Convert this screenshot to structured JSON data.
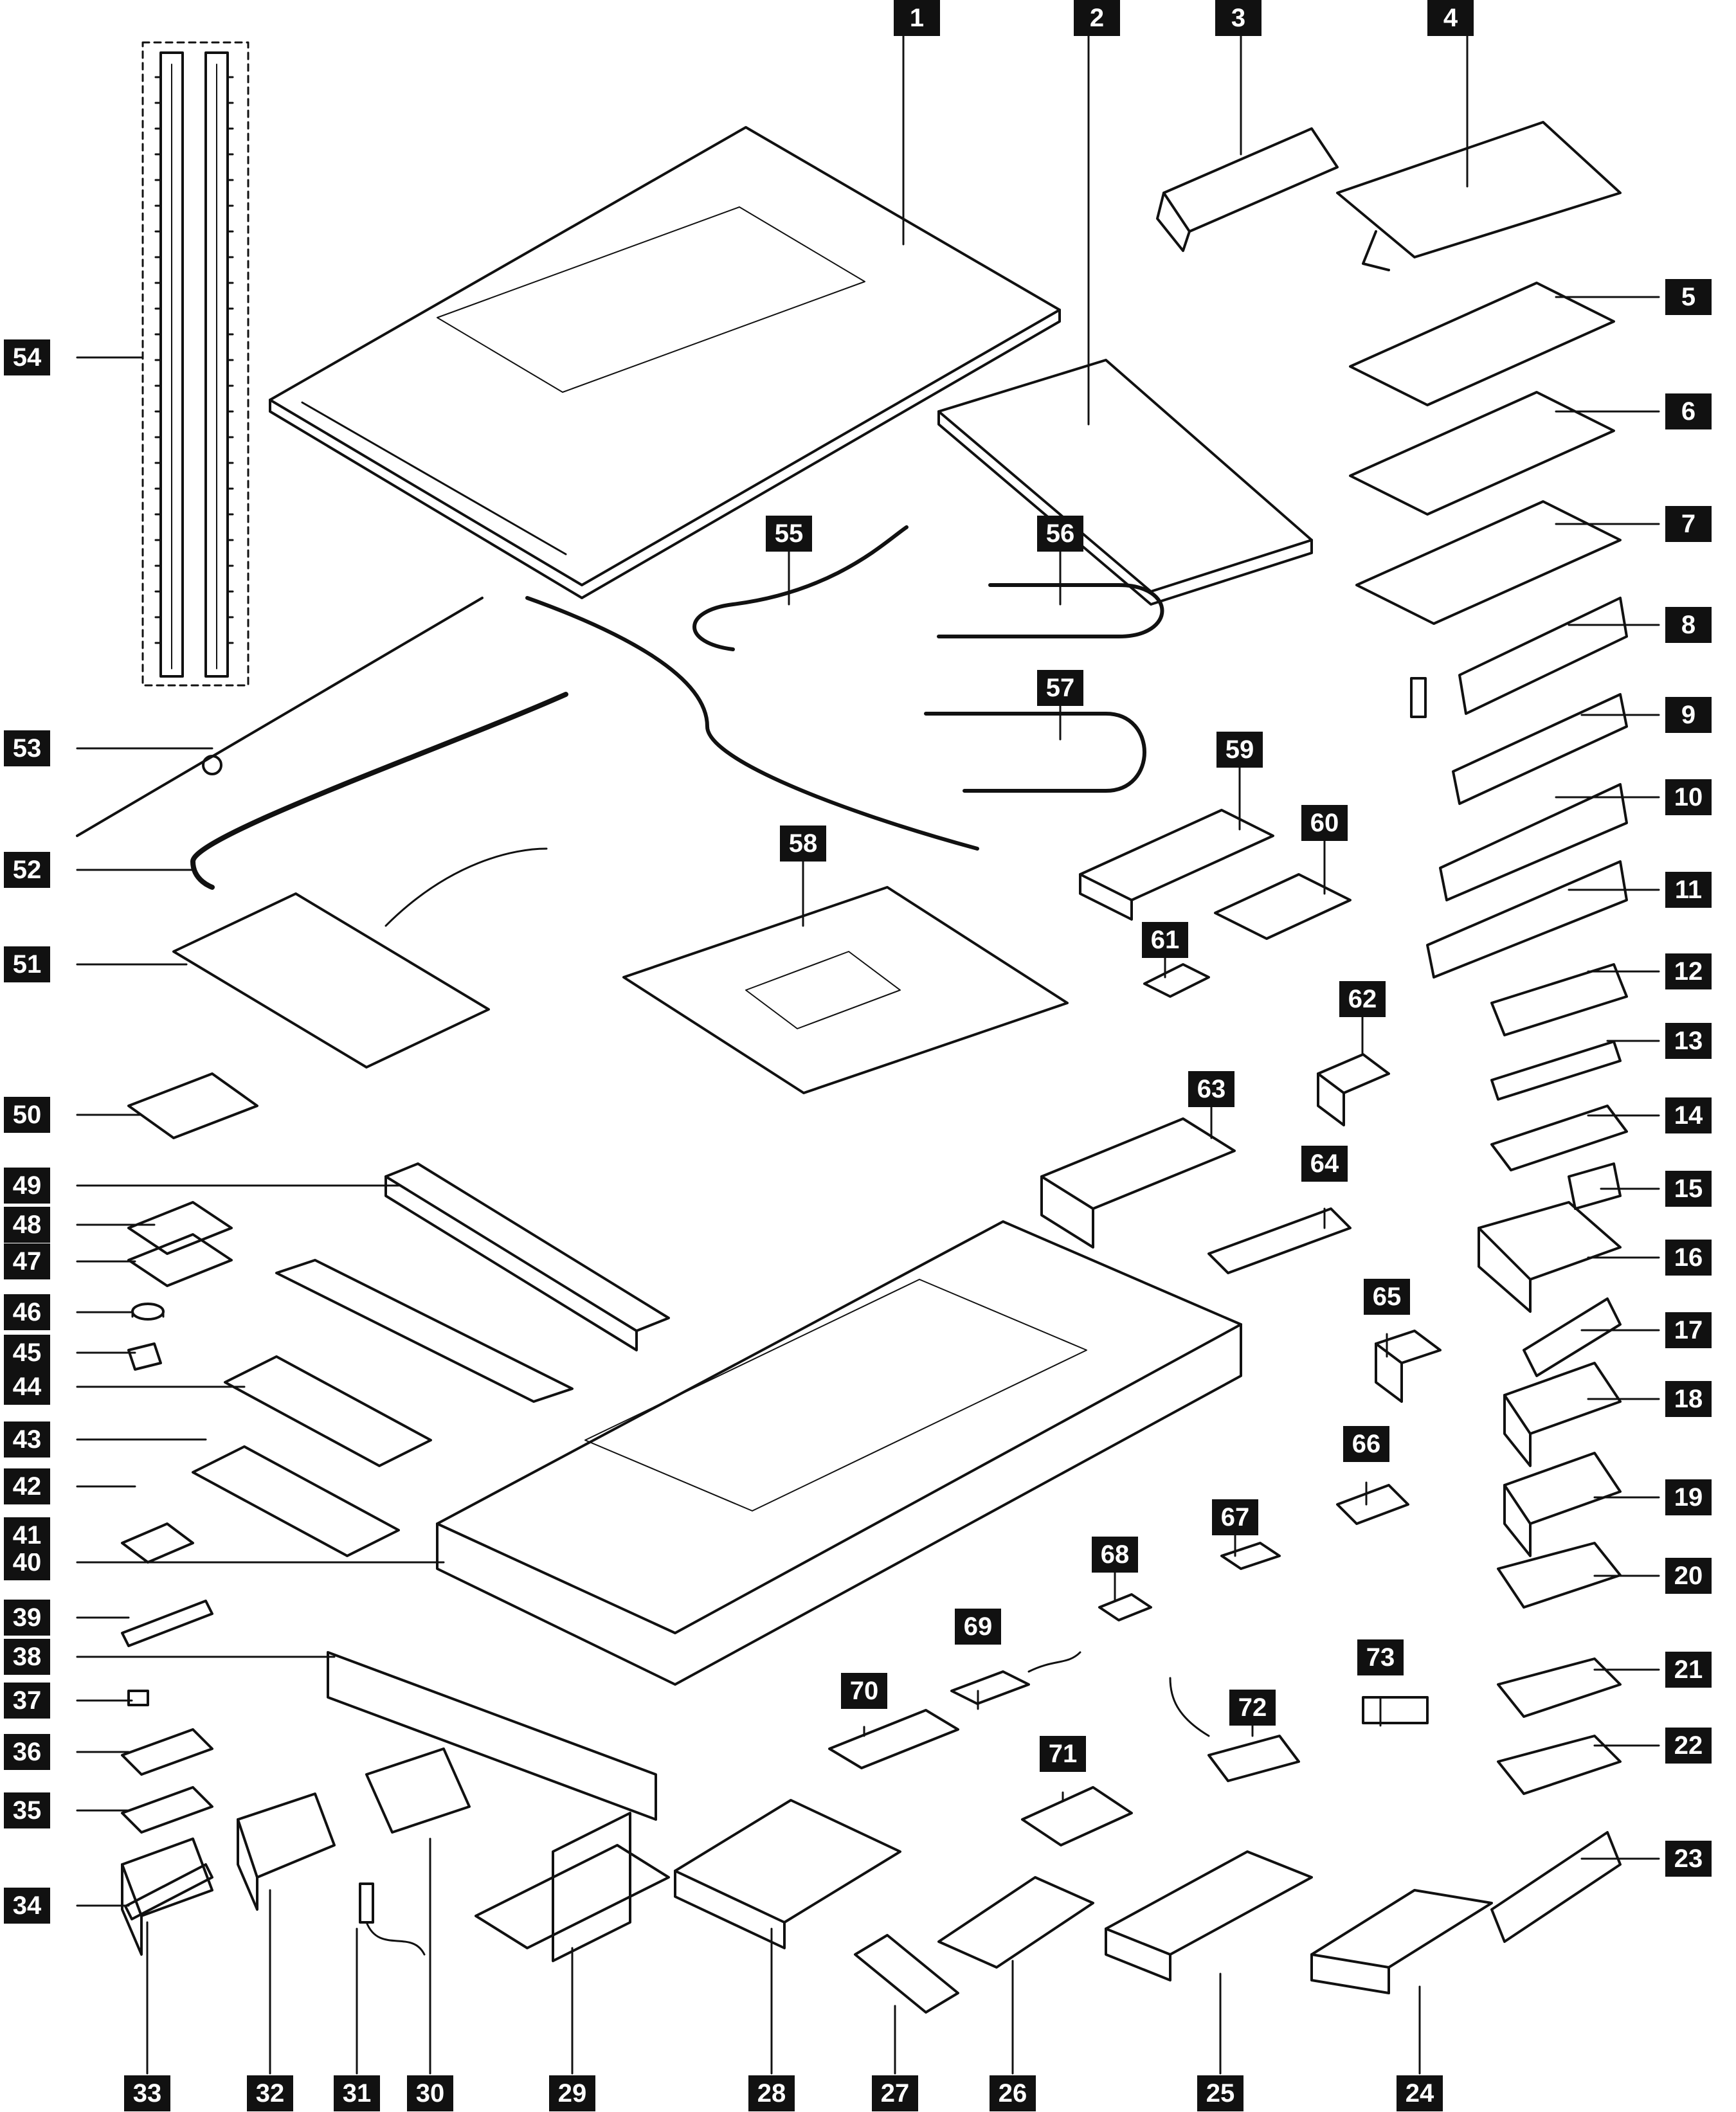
{
  "diagram": {
    "colors": {
      "ink": "#111111",
      "label_text": "#ffffff",
      "background": "#ffffff"
    },
    "callouts": [
      {
        "id": "1",
        "label": "1"
      },
      {
        "id": "2",
        "label": "2"
      },
      {
        "id": "3",
        "label": "3"
      },
      {
        "id": "4",
        "label": "4"
      },
      {
        "id": "5",
        "label": "5"
      },
      {
        "id": "6",
        "label": "6"
      },
      {
        "id": "7",
        "label": "7"
      },
      {
        "id": "8",
        "label": "8"
      },
      {
        "id": "9",
        "label": "9"
      },
      {
        "id": "10",
        "label": "10"
      },
      {
        "id": "11",
        "label": "11"
      },
      {
        "id": "12",
        "label": "12"
      },
      {
        "id": "13",
        "label": "13"
      },
      {
        "id": "14",
        "label": "14"
      },
      {
        "id": "15",
        "label": "15"
      },
      {
        "id": "16",
        "label": "16"
      },
      {
        "id": "17",
        "label": "17"
      },
      {
        "id": "18",
        "label": "18"
      },
      {
        "id": "19",
        "label": "19"
      },
      {
        "id": "20",
        "label": "20"
      },
      {
        "id": "21",
        "label": "21"
      },
      {
        "id": "22",
        "label": "22"
      },
      {
        "id": "23",
        "label": "23"
      },
      {
        "id": "24",
        "label": "24"
      },
      {
        "id": "25",
        "label": "25"
      },
      {
        "id": "26",
        "label": "26"
      },
      {
        "id": "27",
        "label": "27"
      },
      {
        "id": "28",
        "label": "28"
      },
      {
        "id": "29",
        "label": "29"
      },
      {
        "id": "30",
        "label": "30"
      },
      {
        "id": "31",
        "label": "31"
      },
      {
        "id": "32",
        "label": "32"
      },
      {
        "id": "33",
        "label": "33"
      },
      {
        "id": "34",
        "label": "34"
      },
      {
        "id": "35",
        "label": "35"
      },
      {
        "id": "36",
        "label": "36"
      },
      {
        "id": "37",
        "label": "37"
      },
      {
        "id": "38",
        "label": "38"
      },
      {
        "id": "39",
        "label": "39"
      },
      {
        "id": "40",
        "label": "40"
      },
      {
        "id": "41",
        "label": "41"
      },
      {
        "id": "42",
        "label": "42"
      },
      {
        "id": "43",
        "label": "43"
      },
      {
        "id": "44",
        "label": "44"
      },
      {
        "id": "45",
        "label": "45"
      },
      {
        "id": "46",
        "label": "46"
      },
      {
        "id": "47",
        "label": "47"
      },
      {
        "id": "48",
        "label": "48"
      },
      {
        "id": "49",
        "label": "49"
      },
      {
        "id": "50",
        "label": "50"
      },
      {
        "id": "51",
        "label": "51"
      },
      {
        "id": "52",
        "label": "52"
      },
      {
        "id": "53",
        "label": "53"
      },
      {
        "id": "54",
        "label": "54"
      },
      {
        "id": "55",
        "label": "55"
      },
      {
        "id": "56",
        "label": "56"
      },
      {
        "id": "57",
        "label": "57"
      },
      {
        "id": "58",
        "label": "58"
      },
      {
        "id": "59",
        "label": "59"
      },
      {
        "id": "60",
        "label": "60"
      },
      {
        "id": "61",
        "label": "61"
      },
      {
        "id": "62",
        "label": "62"
      },
      {
        "id": "63",
        "label": "63"
      },
      {
        "id": "64",
        "label": "64"
      },
      {
        "id": "65",
        "label": "65"
      },
      {
        "id": "66",
        "label": "66"
      },
      {
        "id": "67",
        "label": "67"
      },
      {
        "id": "68",
        "label": "68"
      },
      {
        "id": "69",
        "label": "69"
      },
      {
        "id": "70",
        "label": "70"
      },
      {
        "id": "71",
        "label": "71"
      },
      {
        "id": "72",
        "label": "72"
      },
      {
        "id": "73",
        "label": "73"
      }
    ]
  }
}
